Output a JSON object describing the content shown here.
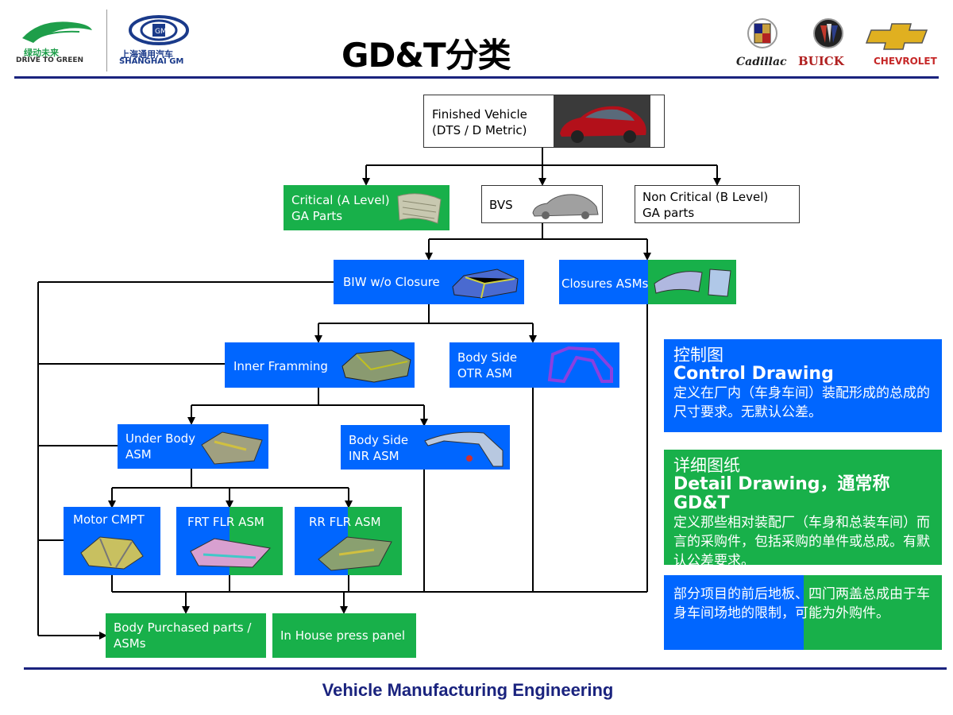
{
  "header": {
    "title": "GD&T分类",
    "logo_left": {
      "top": "绿动未来",
      "bottom": "DRIVE TO GREEN"
    },
    "logo_sgm": {
      "top": "上海通用汽车",
      "bottom": "SHANGHAI GM"
    },
    "brand_logos": [
      "Cadillac",
      "BUICK",
      "CHEVROLET"
    ]
  },
  "nodes": {
    "finished_vehicle": {
      "line1": "Finished Vehicle",
      "line2": "(DTS / D Metric)"
    },
    "critical": {
      "line1": "Critical (A Level)",
      "line2": "GA Parts"
    },
    "bvs": {
      "line1": "BVS"
    },
    "non_critical": {
      "line1": "Non Critical (B Level)",
      "line2": "GA parts"
    },
    "biw": {
      "line1": "BIW w/o Closure"
    },
    "closures": {
      "line1": "Closures ASMs"
    },
    "inner_framming": {
      "line1": "Inner Framming"
    },
    "body_side_otr": {
      "line1": "Body Side",
      "line2": "OTR ASM"
    },
    "under_body": {
      "line1": "Under Body",
      "line2": "ASM"
    },
    "body_side_inr": {
      "line1": "Body Side",
      "line2": "INR ASM"
    },
    "motor_cmpt": {
      "line1": "Motor CMPT"
    },
    "frt_flr": {
      "line1": "FRT FLR ASM"
    },
    "rr_flr": {
      "line1": "RR FLR ASM"
    },
    "body_purchased": {
      "line1": "Body Purchased parts /",
      "line2": "ASMs"
    },
    "in_house": {
      "line1": "In House press panel"
    }
  },
  "notes": {
    "control": {
      "cn_title": "控制图",
      "en_title": "Control Drawing",
      "body": "定义在厂内（车身车间）装配形成的总成的尺寸要求。无默认公差。"
    },
    "detail": {
      "cn_title": "详细图纸",
      "en_title": "Detail Drawing，通常称GD&T",
      "body": "定义那些相对装配厂（车身和总装车间）而言的采购件，包括采购的单件或总成。有默认公差要求。"
    },
    "partial": {
      "body": "部分项目的前后地板、四门两盖总成由于车身车间场地的限制，可能为外购件。"
    }
  },
  "colors": {
    "blue": "#0066ff",
    "green": "#18b04a",
    "rule": "#1a237e"
  },
  "footer": {
    "text": "Vehicle Manufacturing Engineering"
  }
}
